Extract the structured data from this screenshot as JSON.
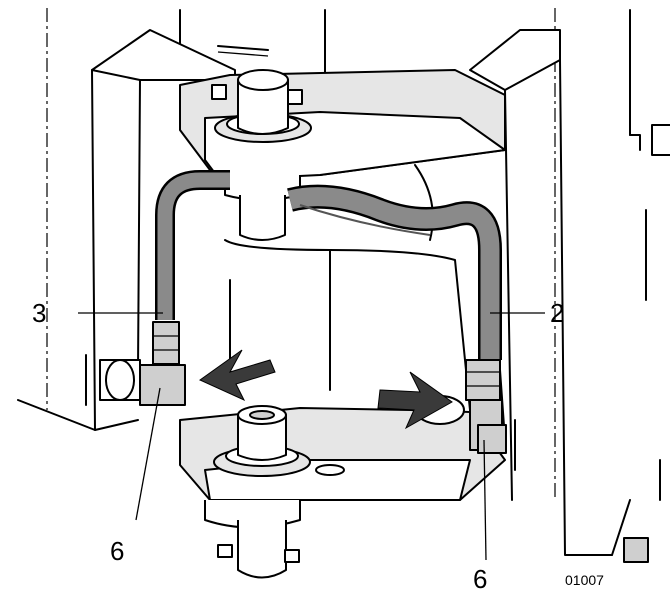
{
  "figure": {
    "callouts": {
      "hose_right": "2",
      "hose_left": "3",
      "fitting_left": "6",
      "fitting_right": "6"
    },
    "figure_number": "01007",
    "colors": {
      "hose_fill": "#8a8a8a",
      "fitting_fill": "#cfcfcf",
      "arrow_fill": "#3a3a3a",
      "outline": "#000000"
    }
  }
}
